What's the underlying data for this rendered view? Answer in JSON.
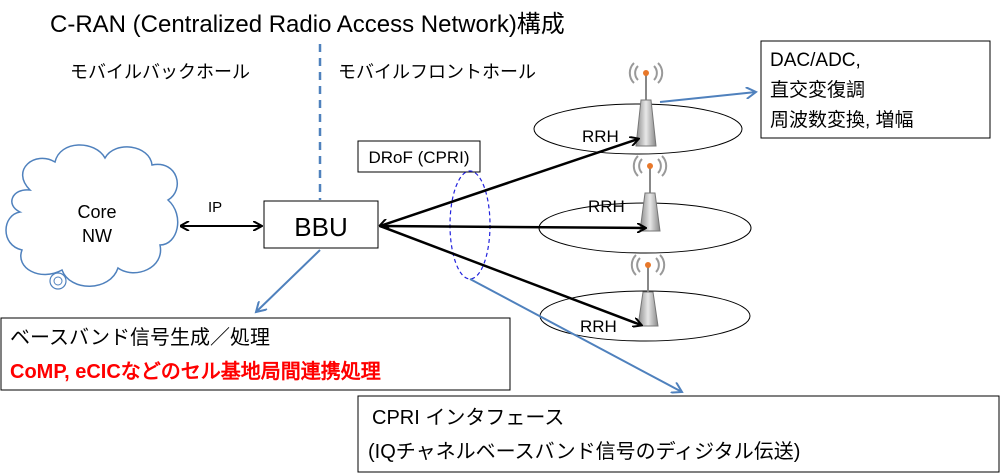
{
  "title": "C-RAN (Centralized Radio Access Network)構成",
  "sections": {
    "backhaul": "モバイルバックホール",
    "fronthaul": "モバイルフロントホール"
  },
  "core": {
    "line1": "Core",
    "line2": "NW"
  },
  "ip_label": "IP",
  "bbu_label": "BBU",
  "drof_label": "DRoF (CPRI)",
  "rrh": [
    "RRH",
    "RRH",
    "RRH"
  ],
  "rrh_functions": [
    "DAC/ADC,",
    "直交変復調",
    "周波数変換, 増幅"
  ],
  "bbu_functions": {
    "line1": "ベースバンド信号生成／処理",
    "line2": "CoMP, eCICなどのセル基地局間連携処理"
  },
  "cpri": {
    "line1": "CPRI インタフェース",
    "line2": "(IQチャネルベースバンド信号のディジタル伝送)"
  },
  "colors": {
    "accent_blue": "#4f81bd",
    "highlight_red": "#ff0000",
    "antenna_orange": "#e8782a"
  }
}
